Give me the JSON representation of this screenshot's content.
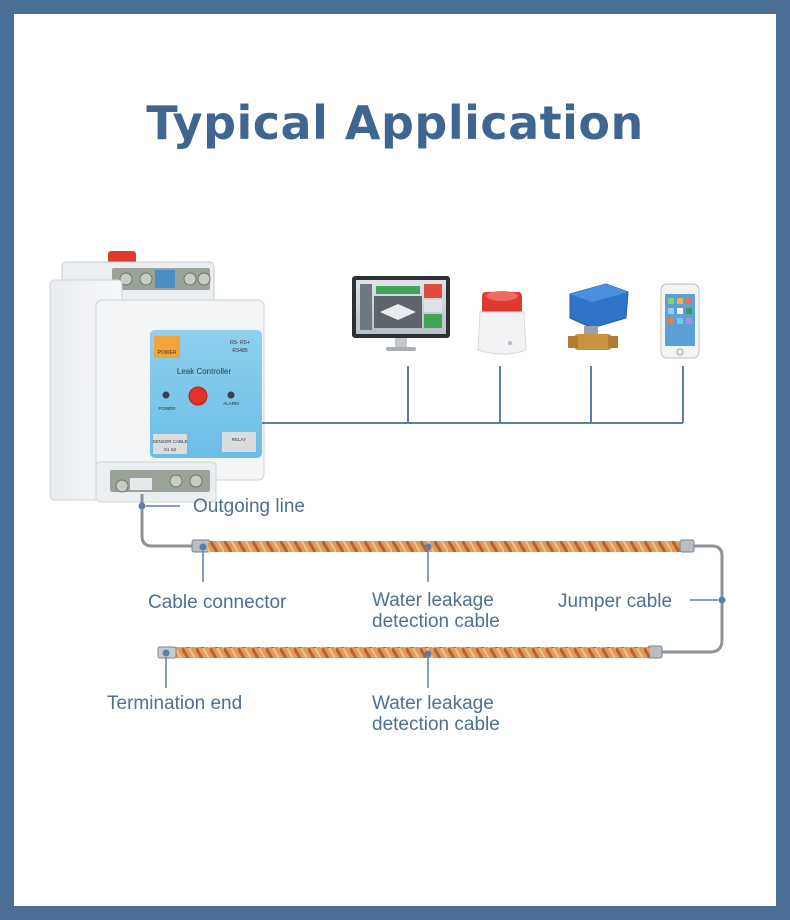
{
  "title": "Typical Application",
  "controller": {
    "name": "Leak Controller",
    "power_label": "POWER",
    "rs485_label": "RS- RS+",
    "rs485_sub": "RS485",
    "power_led_label": "POWER",
    "alarm_led_label": "ALARM",
    "sensor_cable_label": "SENSOR CABLE",
    "sensor_terminals": "S1  S2",
    "relay_label": "RELAY"
  },
  "devices": [
    {
      "name": "monitor-icon"
    },
    {
      "name": "alarm-siren-icon"
    },
    {
      "name": "motorized-valve-icon"
    },
    {
      "name": "smartphone-icon"
    }
  ],
  "labels": {
    "outgoing_line": "Outgoing line",
    "cable_connector": "Cable connector",
    "water_cable_top_1": "Water leakage",
    "water_cable_top_2": "detection cable",
    "jumper_cable": "Jumper cable",
    "termination_end": "Termination end",
    "water_cable_bottom_1": "Water leakage",
    "water_cable_bottom_2": "detection cable"
  },
  "colors": {
    "background": "#4a6e95",
    "title": "#3f6690",
    "label": "#4f6f93",
    "cable": "#d9884a",
    "leader_line": "#5b7fa6"
  }
}
